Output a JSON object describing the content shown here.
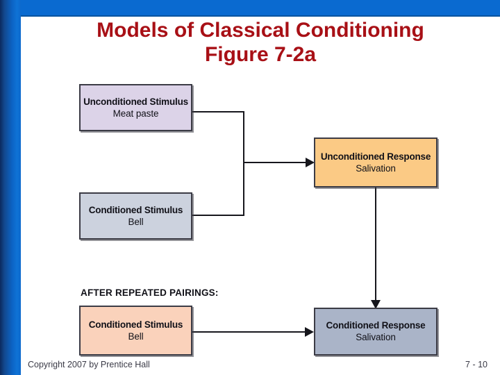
{
  "slide": {
    "title_lines": [
      "Models of Classical Conditioning",
      "Figure 7-2a"
    ],
    "title_color": "#a81016",
    "accent_bar_color": "#0a6ad0",
    "background_color": "#ffffff"
  },
  "diagram": {
    "section_label": "AFTER REPEATED PAIRINGS:",
    "nodes": [
      {
        "id": "unconditioned-stimulus",
        "title": "Unconditioned Stimulus",
        "subtitle": "Meat paste",
        "fill": "#dcd3e8"
      },
      {
        "id": "conditioned-stimulus",
        "title": "Conditioned Stimulus",
        "subtitle": "Bell",
        "fill": "#ccd2de"
      },
      {
        "id": "unconditioned-response",
        "title": "Unconditioned Response",
        "subtitle": "Salivation",
        "fill": "#fbca85"
      },
      {
        "id": "conditioned-stimulus-after",
        "title": "Conditioned Stimulus",
        "subtitle": "Bell",
        "fill": "#fad2bb"
      },
      {
        "id": "conditioned-response",
        "title": "Conditioned Response",
        "subtitle": "Salivation",
        "fill": "#aab4c8"
      }
    ],
    "connectors": [
      {
        "from": "unconditioned-stimulus",
        "to": "unconditioned-response",
        "style": "bracket-arrow"
      },
      {
        "from": "conditioned-stimulus",
        "to": "unconditioned-response",
        "style": "bracket-arrow"
      },
      {
        "from": "unconditioned-response",
        "to": "conditioned-response",
        "style": "vertical-arrow"
      },
      {
        "from": "conditioned-stimulus-after",
        "to": "conditioned-response",
        "style": "horizontal-arrow"
      }
    ],
    "line_color": "#16161c"
  },
  "footer": {
    "copyright": "Copyright 2007 by Prentice Hall",
    "page_number": "7 - 10"
  }
}
